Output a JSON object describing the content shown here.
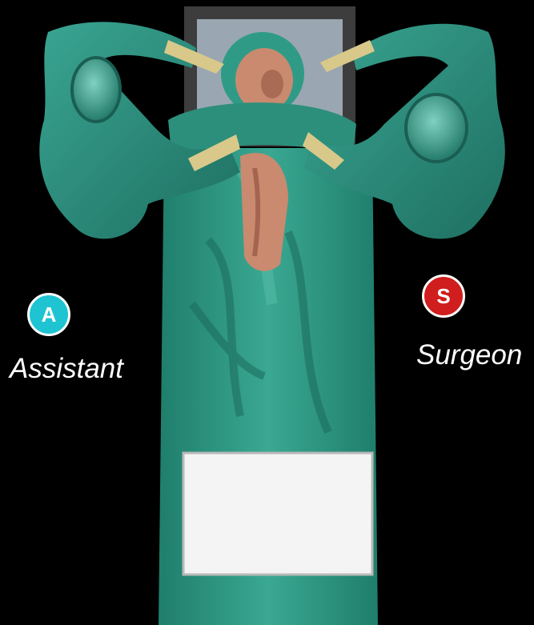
{
  "roles": {
    "assistant": {
      "badge_letter": "A",
      "label": "Assistant",
      "color": "#1fc4d2"
    },
    "surgeon": {
      "badge_letter": "S",
      "label": "Surgeon",
      "color": "#d01d1d"
    }
  },
  "colors": {
    "background": "#000000",
    "drape": "#2f9b86",
    "robot_arm": "#2c8d7c",
    "instrument": "#d8c98a",
    "skin": "#c98a6f",
    "table_head": "#9aa7b2",
    "table_frame": "#4a4a4a",
    "foot_pad": "#f4f4f4"
  }
}
